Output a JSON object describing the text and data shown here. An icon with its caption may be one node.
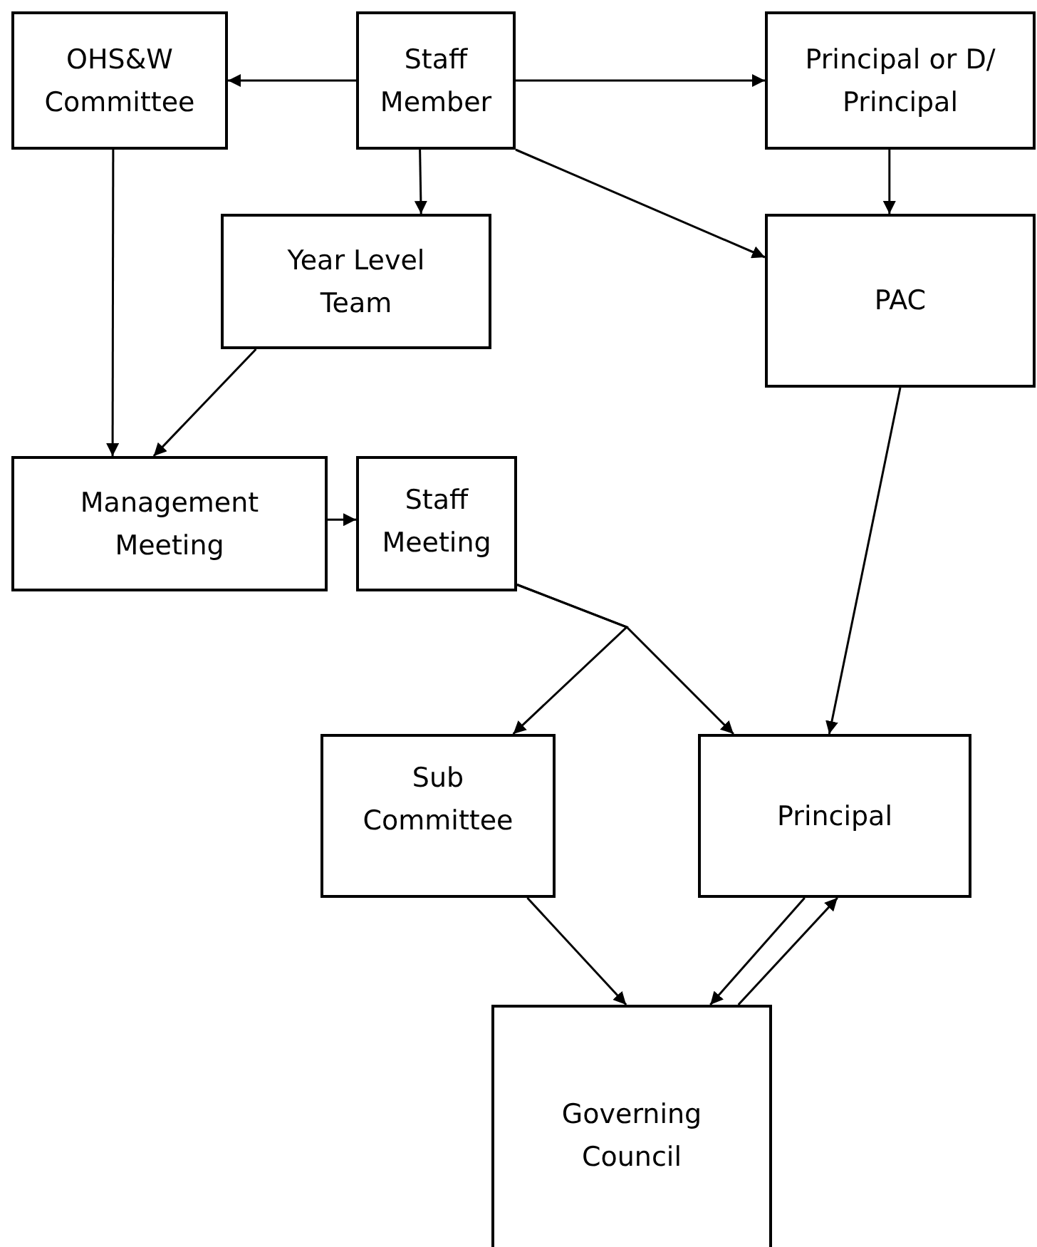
{
  "diagram": {
    "nodes": [
      {
        "text": [
          "OHS&W Committee"
        ]
      },
      {
        "text": [
          "Staff Member"
        ]
      },
      {
        "text": [
          "Principal or D/ Principal"
        ]
      },
      {
        "text": [
          "Year Level Team"
        ]
      },
      {
        "text": [
          "PAC"
        ]
      },
      {
        "text": [
          "Management Meeting"
        ]
      },
      {
        "text": [
          "Staff Meeting"
        ]
      },
      {
        "text": [
          "Sub Committee"
        ]
      },
      {
        "text": [
          "Principal"
        ]
      },
      {
        "text": [
          "Governing Council"
        ]
      }
    ],
    "edges": [
      {
        "from": 1,
        "to": 0,
        "arrow": "to"
      },
      {
        "from": 1,
        "to": 2,
        "arrow": "to"
      },
      {
        "from": 1,
        "to": 3,
        "arrow": "to"
      },
      {
        "from": 1,
        "to": 4,
        "arrow": "to"
      },
      {
        "from": 2,
        "to": 4,
        "arrow": "to"
      },
      {
        "from": 0,
        "to": 5,
        "arrow": "to"
      },
      {
        "from": 3,
        "to": 5,
        "arrow": "to"
      },
      {
        "from": 5,
        "to": 6,
        "arrow": "to"
      },
      {
        "from": 6,
        "to": 7,
        "arrow": "to"
      },
      {
        "from": 6,
        "to": 8,
        "arrow": "to"
      },
      {
        "from": 4,
        "to": 8,
        "arrow": "to"
      },
      {
        "from": 7,
        "to": 9,
        "arrow": "to"
      },
      {
        "from": 8,
        "to": 9,
        "arrow": "to"
      },
      {
        "from": 9,
        "to": 8,
        "arrow": "to"
      }
    ]
  }
}
